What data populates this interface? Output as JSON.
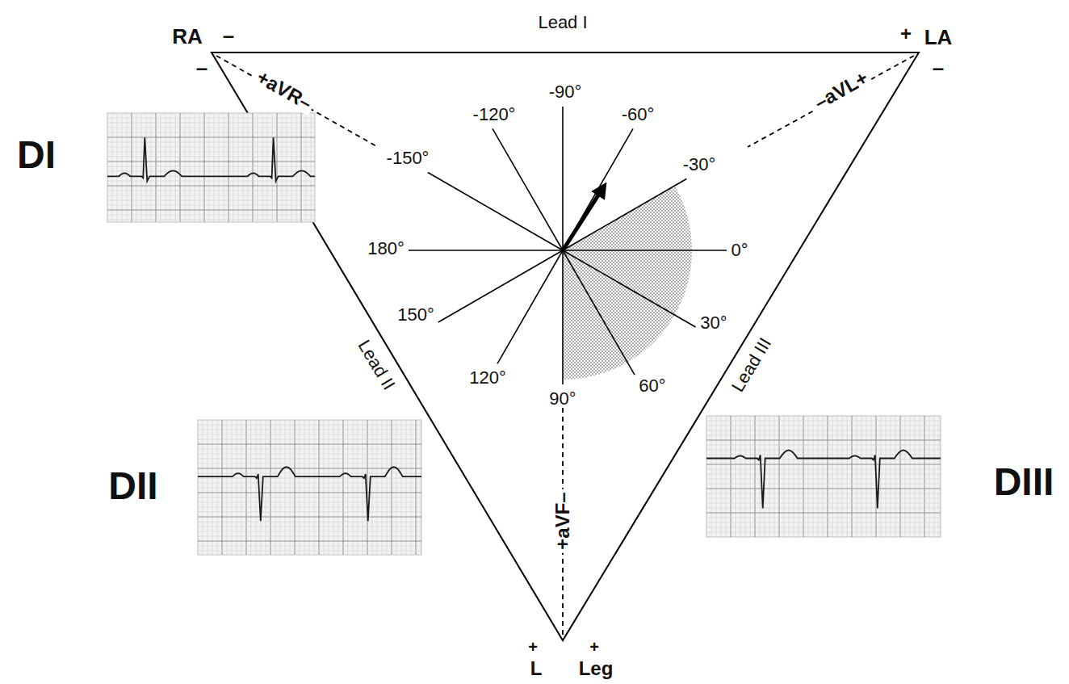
{
  "diagram": {
    "labels": [
      "Lead I",
      "RA",
      "–",
      "–",
      "+",
      "LA",
      "–",
      "+aVR–",
      "–aVL+",
      "-120°",
      "-90°",
      "-60°",
      "-150°",
      "-30°",
      "180°",
      "0°",
      "150°",
      "30°",
      "120°",
      "90°",
      "60°",
      "Lead II",
      "Lead III",
      "+aVF–",
      "+",
      "L",
      "+",
      "Leg",
      "DI",
      "DII",
      "DIII"
    ]
  }
}
